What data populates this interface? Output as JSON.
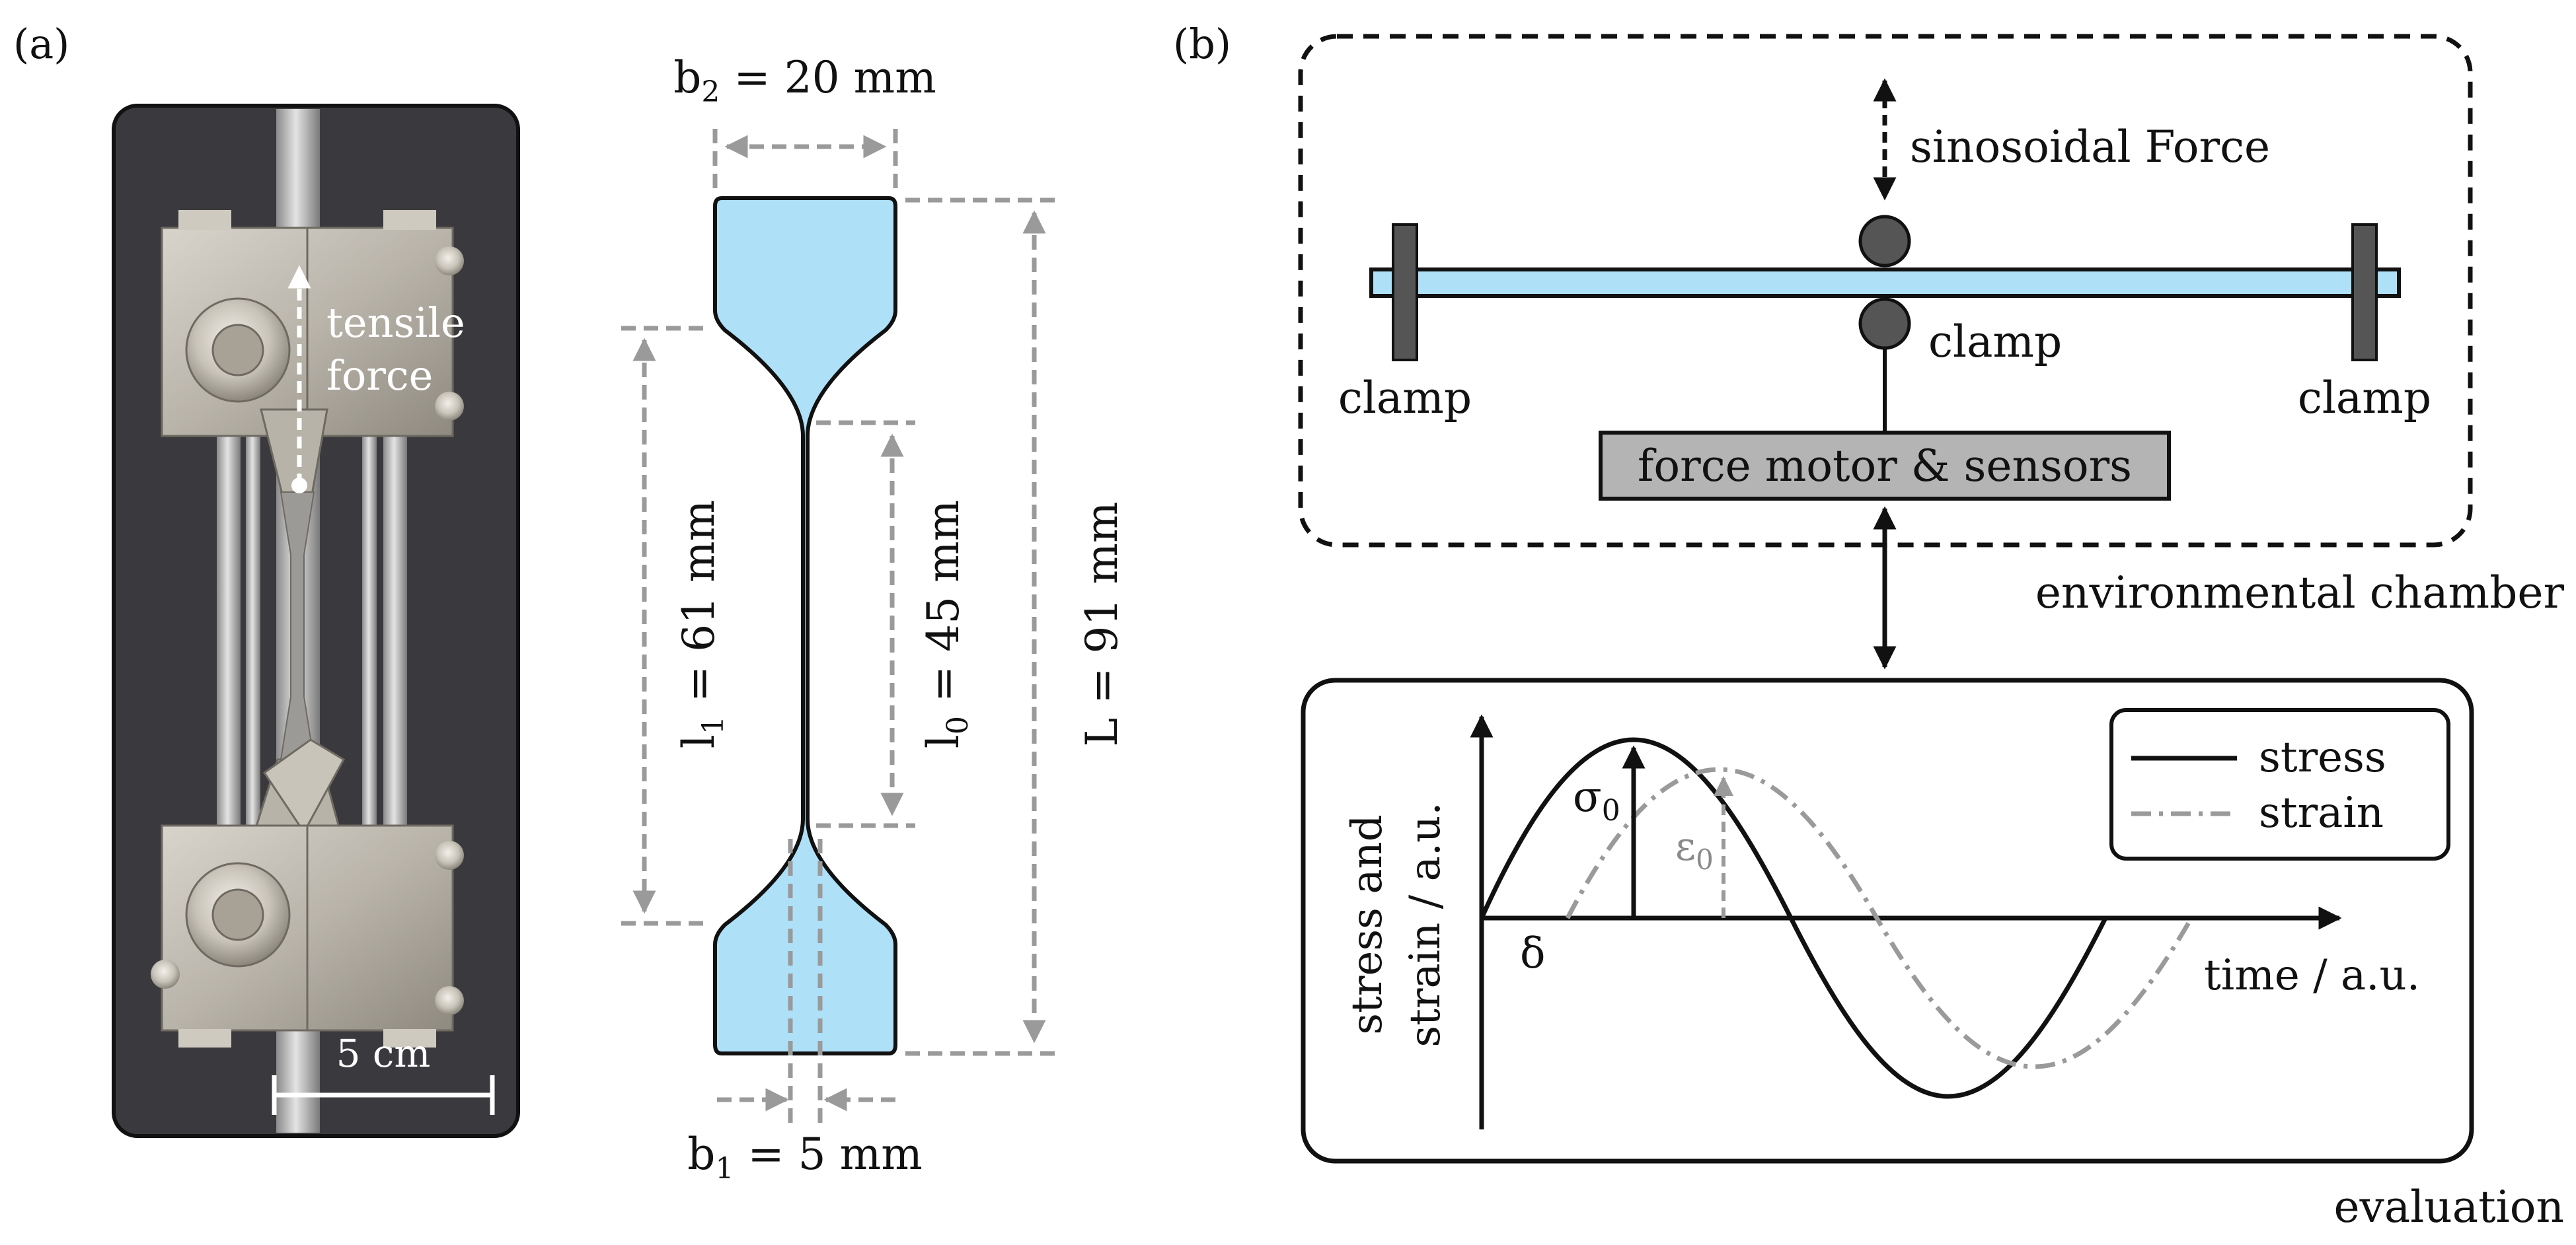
{
  "panel_a": {
    "label": "(a)",
    "photo": {
      "annotation_line1": "tensile",
      "annotation_line2": "force",
      "scale_bar": "5 cm"
    },
    "specimen": {
      "b2": "b",
      "b2_sub": "2",
      "b2_value": " = 20 mm",
      "b1": "b",
      "b1_sub": "1",
      "b1_value": " = 5 mm",
      "l1": "l",
      "l1_sub": "1",
      "l1_value": " = 61 mm",
      "l0": "l",
      "l0_sub": "0",
      "l0_value": " = 45 mm",
      "L": "L = 91 mm"
    }
  },
  "panel_b": {
    "label": "(b)",
    "setup": {
      "force_label": "sinosoidal Force",
      "clamp_left": "clamp",
      "clamp_center": "clamp",
      "clamp_right": "clamp",
      "motor_box": "force motor & sensors",
      "chamber_label": "environmental chamber"
    },
    "evaluation": {
      "label": "evaluation",
      "ylabel_line1": "stress and",
      "ylabel_line2": "strain / a.u.",
      "xlabel": "time / a.u.",
      "sigma": "σ",
      "sigma_sub": "0",
      "epsilon": "ε",
      "epsilon_sub": "0",
      "delta": "δ",
      "legend_stress": "stress",
      "legend_strain": "strain"
    }
  },
  "colors": {
    "specimen_fill": "#aee0f8",
    "dimension_gray": "#9a9a9a",
    "clamp_dark": "#555555",
    "motor_box_fill": "#b4b4b4",
    "photo_background": "#3a3a3e"
  }
}
